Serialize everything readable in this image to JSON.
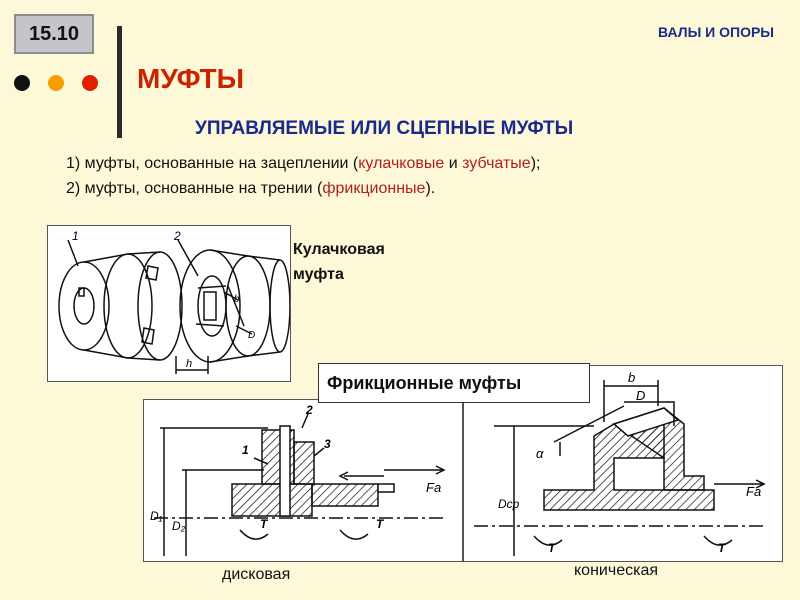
{
  "slide": {
    "number": "15.10",
    "section": "ВАЛЫ И ОПОРЫ"
  },
  "title": "МУФТЫ",
  "subtitle": "УПРАВЛЯЕМЫЕ ИЛИ СЦЕПНЫЕ МУФТЫ",
  "dots": [
    {
      "name": "black",
      "color": "#111111"
    },
    {
      "name": "orange",
      "color": "#f5a000"
    },
    {
      "name": "red",
      "color": "#e02000"
    }
  ],
  "list": [
    {
      "pre": "1) муфты, основанные на зацеплении (",
      "hl1": "кулачковые",
      "mid": " и ",
      "hl2": "зубчатые",
      "post": ");"
    },
    {
      "pre": "2) муфты, основанные на трении (",
      "hl1": "фрикционные",
      "post": ")."
    }
  ],
  "cam": {
    "caption_line1": "Кулачковая",
    "caption_line2": "муфта",
    "labels": {
      "l1": "1",
      "l2": "2",
      "h": "h",
      "b": "b",
      "d": "D"
    }
  },
  "friction": {
    "title": "Фрикционные муфты",
    "disc": {
      "caption": "дисковая",
      "labels": {
        "l1": "1",
        "l2": "2",
        "l3": "3",
        "d1": "D₁",
        "d2": "D₂",
        "fa": "Fa",
        "t1": "T",
        "t2": "T"
      }
    },
    "cone": {
      "caption": "коническая",
      "labels": {
        "b": "b",
        "d": "D",
        "alpha": "α",
        "dcp": "Dср",
        "fa": "Fa",
        "t1": "T",
        "t2": "T"
      }
    }
  }
}
